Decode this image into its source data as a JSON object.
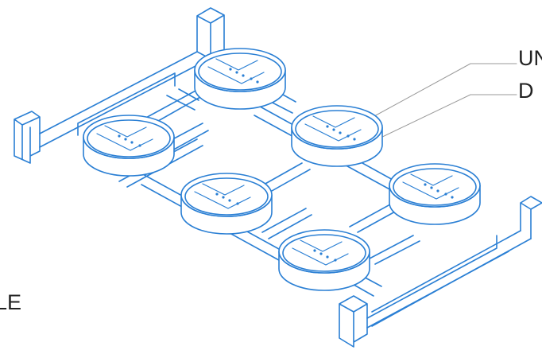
{
  "diagram": {
    "title": "",
    "labels": {
      "top": "UN",
      "second": "D",
      "bottom_left": "LE"
    },
    "colors": {
      "linework": "#2a7fd4",
      "leader": "#9a9a9a",
      "text": "#222222",
      "background": "#ffffff"
    },
    "components": {
      "basin_count": 6,
      "corner_posts": 4
    }
  }
}
